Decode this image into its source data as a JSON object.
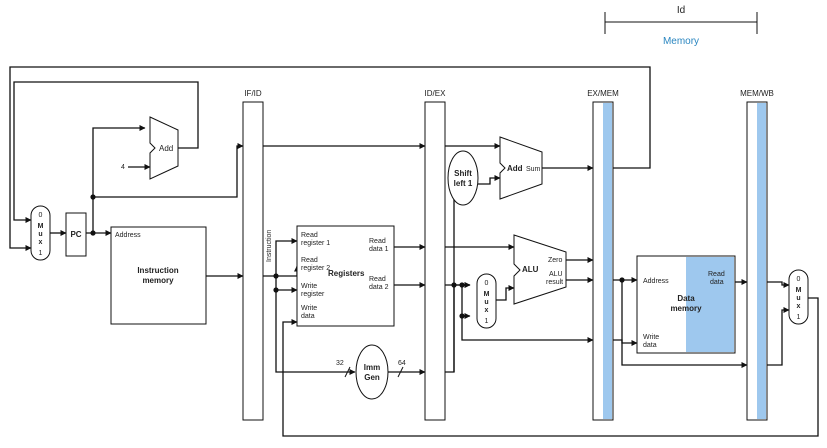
{
  "header": {
    "stage_title": "Id",
    "stage_subtitle": "Memory",
    "subtitle_color": "#2a86c0"
  },
  "highlight_color": "#9ec8ee",
  "pipeline_registers": [
    "IF/ID",
    "ID/EX",
    "EX/MEM",
    "MEM/WB"
  ],
  "components": {
    "pc": "PC",
    "pc_add": "Add",
    "constant_four": "4",
    "branch_add": "Add",
    "branch_add_sum": "Sum",
    "shift_left": [
      "Shift",
      "left 1"
    ],
    "alu": "ALU",
    "alu_zero": "Zero",
    "alu_result": [
      "ALU",
      "result"
    ],
    "imm_gen": [
      "Imm",
      "Gen"
    ],
    "imm_in_width": "32",
    "imm_out_width": "64",
    "mux_letters": [
      "M",
      "u",
      "x"
    ],
    "mux_zero": "0",
    "mux_one": "1"
  },
  "instruction_memory": {
    "title": [
      "Instruction",
      "memory"
    ],
    "address": "Address",
    "instruction": "Instruction"
  },
  "registers": {
    "title": "Registers",
    "read_register_1": [
      "Read",
      "register 1"
    ],
    "read_register_2": [
      "Read",
      "register 2"
    ],
    "write_register": [
      "Write",
      "register"
    ],
    "write_data": [
      "Write",
      "data"
    ],
    "read_data_1": [
      "Read",
      "data 1"
    ],
    "read_data_2": [
      "Read",
      "data 2"
    ]
  },
  "data_memory": {
    "title": [
      "Data",
      "memory"
    ],
    "address": "Address",
    "read_data": [
      "Read",
      "data"
    ],
    "write_data": [
      "Write",
      "data"
    ]
  }
}
